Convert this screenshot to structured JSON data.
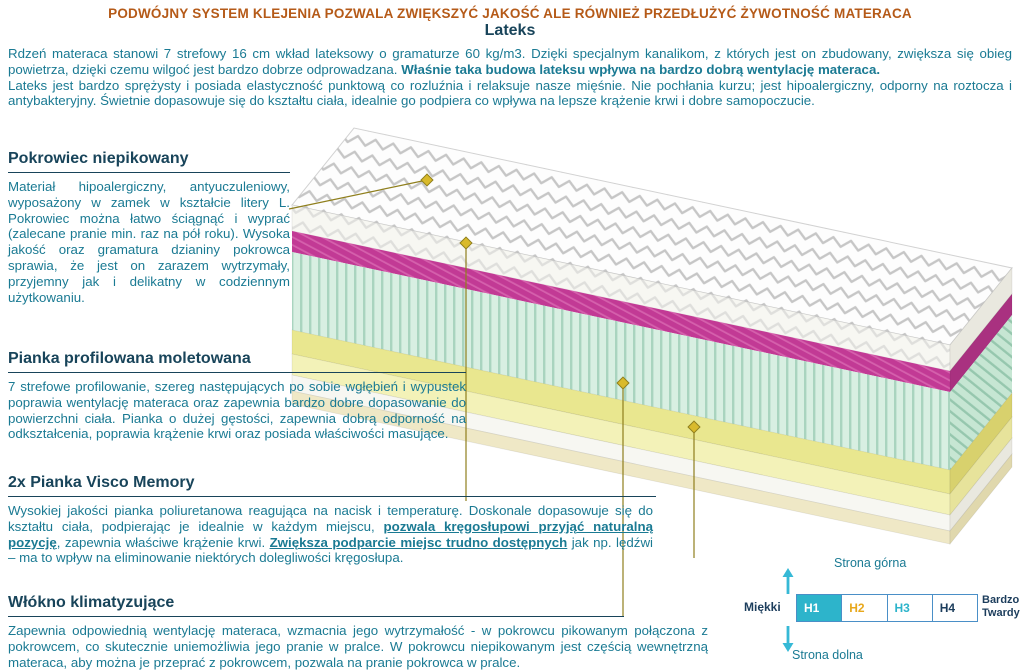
{
  "page": {
    "header": "PODWÓJNY SYSTEM KLEJENIA POZWALA ZWIĘKSZYĆ JAKOŚĆ ALE RÓWNIEŻ PRZEDŁUŻYĆ ŻYWOTNOŚĆ MATERACA"
  },
  "colors": {
    "header_orange": "#b55a18",
    "heading_dark": "#18445a",
    "body_teal": "#1a7a93",
    "callout_olive": "#8f7f1d",
    "diamond_yellow": "#d9ba2b",
    "top_white": "#fdfdfd",
    "zigzag_grey": "#c6c6c6",
    "layer_pink": "#c23a95",
    "layer_pink_stripe": "#d560ac",
    "layer_pink_end": "#a93180",
    "layer_mint": "#d8efe2",
    "layer_mint_stripe": "#a9d4bf",
    "layer_mint_end": "#c6e6d3",
    "layer_mint_end_stripe": "#96c7ae",
    "layer_yellow": "#e9e78f",
    "layer_yellow_end": "#d8d16d",
    "layer_pale": "#f3f2b8",
    "layer_pale_end": "#e7e39b",
    "layer_white": "#f7f7f2",
    "layer_white_end": "#e9e8df",
    "layer_cream": "#efe8c6",
    "layer_cream_end": "#e0d8ad",
    "scale_border": "#4a8fc7",
    "scale_selected": "#2db4cb",
    "scale_h2": "#e8a81c",
    "scale_h3": "#2db4cb",
    "scale_navy": "#1c3d5c",
    "side_label_teal": "#1a7a93",
    "arrow_cyan": "#36b9d6"
  },
  "sections": {
    "lateks": {
      "heading": "Lateks",
      "p1": "Rdzeń materaca stanowi 7 strefowy 16 cm wkład lateksowy o gramaturze 60 kg/m3. Dzięki specjalnym kanalikom, z których jest on zbudowany, zwiększa się obieg powietrza, dzięki czemu wilgoć jest bardzo dobrze odprowadzana. ",
      "p1_bold": "Właśnie taka budowa lateksu wpływa na bardzo dobrą wentylację materaca.",
      "p2": "Lateks jest bardzo sprężysty i posiada elastyczność punktową co rozluźnia i relaksuje nasze mięśnie. Nie pochłania kurzu; jest hipoalergiczny, odporny na roztocza i antybakteryjny. Świetnie dopasowuje się do kształtu ciała, idealnie go podpiera co wpływa na lepsze krążenie krwi i dobre samopoczucie."
    },
    "pokrowiec": {
      "heading": "Pokrowiec niepikowany",
      "body": "Materiał hipoalergiczny, antyuczuleniowy, wyposażony w zamek w kształcie litery L. Pokrowiec można łatwo ściągnąć i wyprać (zalecane pranie min. raz na pół roku). Wysoka jakość oraz gramatura dzianiny pokrowca sprawia, że jest on zarazem wytrzymały, przyjemny jak i delikatny w codziennym użytkowaniu."
    },
    "pianka_profilowana": {
      "heading": "Pianka profilowana moletowana",
      "body": "7 strefowe profilowanie, szereg następujących po sobie wgłębień i wypustek poprawia wentylację materaca oraz zapewnia bardzo dobre dopasowanie do powierzchni ciała. Pianka o dużej gęstości, zapewnia dobrą odporność na odkształcenia, poprawia krążenie krwi oraz posiada właściwości masujące."
    },
    "visco": {
      "heading": "2x Pianka Visco Memory",
      "p1": "Wysokiej jakości pianka poliuretanowa reagująca na nacisk i temperaturę. Doskonale dopasowuje się do kształtu ciała, podpierając je idealnie w każdym miejscu, ",
      "p1_bold": "pozwala kręgosłupowi przyjąć naturalną pozycję",
      "p2": ", zapewnia właściwe krążenie krwi. ",
      "p2_bold": "Zwiększa podparcie miejsc trudno dostępnych",
      "p3": " jak np. lędźwi – ma to wpływ na eliminowanie niektórych dolegliwości kręgosłupa."
    },
    "wlokno": {
      "heading": "Włókno klimatyzujące",
      "body": "Zapewnia odpowiednią wentylację materaca, wzmacnia jego wytrzymałość - w pokrowcu pikowanym połączona z pokrowcem, co skutecznie uniemożliwia jego pranie w pralce. W pokrowcu niepikowanym jest częścią wewnętrzną materaca, aby można je przeprać z pokrowcem, pozwala na pranie pokrowca w pralce."
    }
  },
  "illustration": {
    "layers": [
      "pokrowiec-zigzag-top",
      "pianka-visco-pink",
      "lateks-mint",
      "pianka-yellow",
      "pianka-pale-yellow",
      "wlokno-white",
      "base-cream"
    ],
    "callout_marker": "diamond"
  },
  "hardness_scale": {
    "top_label": "Strona górna",
    "bottom_label": "Strona dolna",
    "left_label": "Miękki",
    "right_label_line1": "Bardzo",
    "right_label_line2": "Twardy",
    "levels": [
      {
        "label": "H1",
        "selected": true
      },
      {
        "label": "H2",
        "selected": false
      },
      {
        "label": "H3",
        "selected": false
      },
      {
        "label": "H4",
        "selected": false
      }
    ]
  },
  "icons": {
    "arrow_up": "▲",
    "arrow_down": "▼",
    "diamond": "◆"
  }
}
